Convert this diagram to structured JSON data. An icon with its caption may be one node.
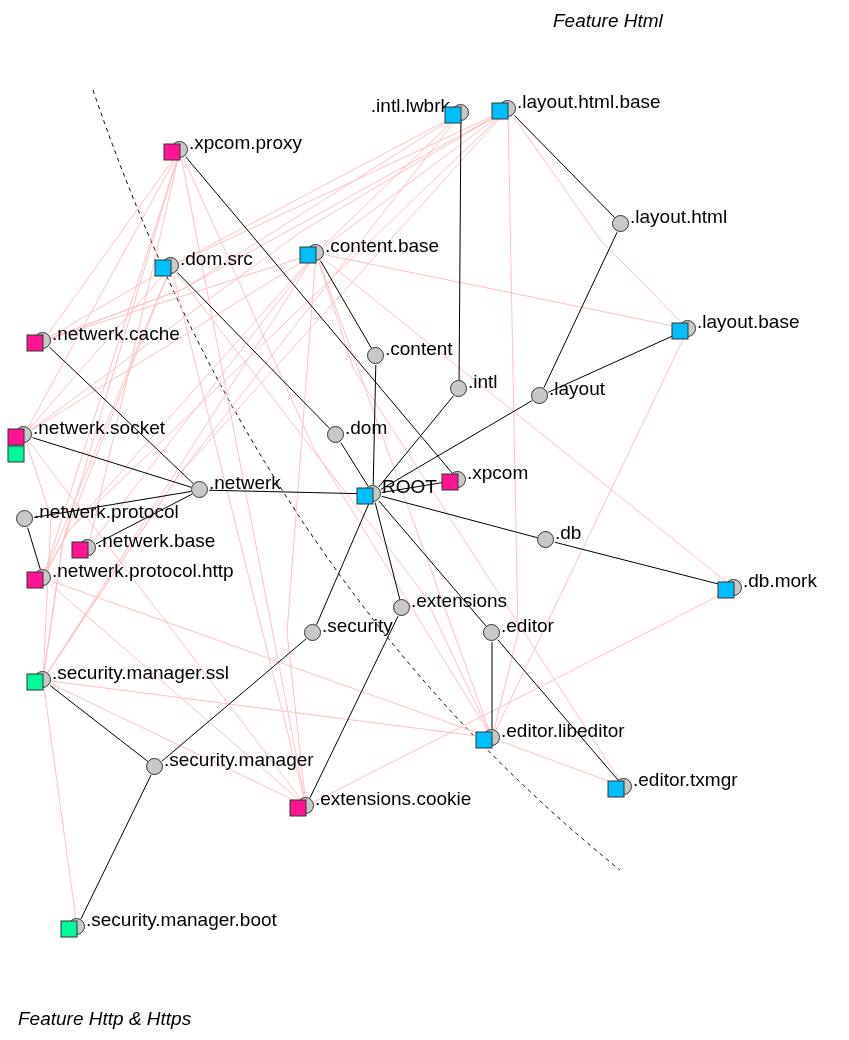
{
  "diagram": {
    "nodes": [
      {
        "text": [
          ".xpcom.proxy"
        ]
      },
      {
        "text": [
          ".intl.lwbrk"
        ]
      },
      {
        "text": [
          ".layout.html.base"
        ]
      },
      {
        "text": [
          ".layout.html"
        ]
      },
      {
        "text": [
          ".dom.src"
        ]
      },
      {
        "text": [
          ".content.base"
        ]
      },
      {
        "text": [
          ".layout.base"
        ]
      },
      {
        "text": [
          ".netwerk.cache"
        ]
      },
      {
        "text": [
          ".content"
        ]
      },
      {
        "text": [
          ".intl"
        ]
      },
      {
        "text": [
          ".layout"
        ]
      },
      {
        "text": [
          ".netwerk.socket"
        ]
      },
      {
        "text": [
          ".dom"
        ]
      },
      {
        "text": [
          ".netwerk"
        ]
      },
      {
        "text": [
          "ROOT"
        ]
      },
      {
        "text": [
          ".xpcom"
        ]
      },
      {
        "text": [
          ".netwerk.protocol"
        ]
      },
      {
        "text": [
          ".netwerk.base"
        ]
      },
      {
        "text": [
          ".netwerk.protocol.http"
        ]
      },
      {
        "text": [
          ".db"
        ]
      },
      {
        "text": [
          ".db.mork"
        ]
      },
      {
        "text": [
          ".extensions"
        ]
      },
      {
        "text": [
          ".editor"
        ]
      },
      {
        "text": [
          ".security"
        ]
      },
      {
        "text": [
          ".security.manager.ssl"
        ]
      },
      {
        "text": [
          ".editor.libeditor"
        ]
      },
      {
        "text": [
          ".security.manager"
        ]
      },
      {
        "text": [
          ".extensions.cookie"
        ]
      },
      {
        "text": [
          ".editor.txmgr"
        ]
      },
      {
        "text": [
          ".security.manager.boot"
        ]
      }
    ],
    "edges": [
      {
        "from": 14,
        "to": 8,
        "arrow": "none",
        "color": "#000000"
      },
      {
        "from": 8,
        "to": 5,
        "arrow": "none",
        "color": "#000000"
      },
      {
        "from": 14,
        "to": 9,
        "arrow": "none",
        "color": "#000000"
      },
      {
        "from": 9,
        "to": 1,
        "arrow": "none",
        "color": "#000000"
      },
      {
        "from": 14,
        "to": 10,
        "arrow": "none",
        "color": "#000000"
      },
      {
        "from": 10,
        "to": 3,
        "arrow": "none",
        "color": "#000000"
      },
      {
        "from": 3,
        "to": 2,
        "arrow": "none",
        "color": "#000000"
      },
      {
        "from": 10,
        "to": 6,
        "arrow": "none",
        "color": "#000000"
      },
      {
        "from": 14,
        "to": 15,
        "arrow": "none",
        "color": "#000000"
      },
      {
        "from": 15,
        "to": 0,
        "arrow": "none",
        "color": "#000000"
      },
      {
        "from": 14,
        "to": 12,
        "arrow": "none",
        "color": "#000000"
      },
      {
        "from": 12,
        "to": 4,
        "arrow": "none",
        "color": "#000000"
      },
      {
        "from": 14,
        "to": 13,
        "arrow": "none",
        "color": "#000000"
      },
      {
        "from": 13,
        "to": 7,
        "arrow": "none",
        "color": "#000000"
      },
      {
        "from": 13,
        "to": 11,
        "arrow": "none",
        "color": "#000000"
      },
      {
        "from": 13,
        "to": 16,
        "arrow": "none",
        "color": "#000000"
      },
      {
        "from": 13,
        "to": 17,
        "arrow": "none",
        "color": "#000000"
      },
      {
        "from": 16,
        "to": 18,
        "arrow": "none",
        "color": "#000000"
      },
      {
        "from": 14,
        "to": 19,
        "arrow": "none",
        "color": "#000000"
      },
      {
        "from": 19,
        "to": 20,
        "arrow": "none",
        "color": "#000000"
      },
      {
        "from": 14,
        "to": 21,
        "arrow": "none",
        "color": "#000000"
      },
      {
        "from": 21,
        "to": 27,
        "arrow": "none",
        "color": "#000000"
      },
      {
        "from": 14,
        "to": 22,
        "arrow": "none",
        "color": "#000000"
      },
      {
        "from": 22,
        "to": 25,
        "arrow": "none",
        "color": "#000000"
      },
      {
        "from": 22,
        "to": 28,
        "arrow": "none",
        "color": "#000000"
      },
      {
        "from": 14,
        "to": 23,
        "arrow": "none",
        "color": "#000000"
      },
      {
        "from": 23,
        "to": 26,
        "arrow": "none",
        "color": "#000000"
      },
      {
        "from": 26,
        "to": 24,
        "arrow": "none",
        "color": "#000000"
      },
      {
        "from": 26,
        "to": 29,
        "arrow": "none",
        "color": "#000000"
      },
      {
        "from": 2,
        "to": 4,
        "arrow": "none"
      },
      {
        "from": 2,
        "to": 5,
        "arrow": "none"
      },
      {
        "from": 2,
        "to": 7,
        "arrow": "none"
      },
      {
        "from": 2,
        "to": 11,
        "arrow": "none"
      },
      {
        "from": 2,
        "to": 18,
        "arrow": "none"
      },
      {
        "from": 2,
        "to": 24,
        "arrow": "none"
      },
      {
        "from": 2,
        "to": 6,
        "arrow": "none"
      },
      {
        "from": 2,
        "to": 25,
        "arrow": "none"
      },
      {
        "from": 1,
        "to": 5,
        "arrow": "none"
      },
      {
        "from": 1,
        "to": 4,
        "arrow": "none"
      },
      {
        "from": 1,
        "to": 7,
        "arrow": "none"
      },
      {
        "from": 1,
        "to": 24,
        "arrow": "none"
      },
      {
        "from": 0,
        "to": 7,
        "arrow": "none"
      },
      {
        "from": 0,
        "to": 11,
        "arrow": "none"
      },
      {
        "from": 0,
        "to": 18,
        "arrow": "none"
      },
      {
        "from": 0,
        "to": 24,
        "arrow": "none"
      },
      {
        "from": 0,
        "to": 17,
        "arrow": "none"
      },
      {
        "from": 0,
        "to": 27,
        "arrow": "none"
      },
      {
        "from": 0,
        "to": 25,
        "arrow": "none"
      },
      {
        "from": 5,
        "to": 7,
        "arrow": "none"
      },
      {
        "from": 5,
        "to": 11,
        "arrow": "none"
      },
      {
        "from": 5,
        "to": 18,
        "arrow": "none"
      },
      {
        "from": 5,
        "to": 24,
        "arrow": "none"
      },
      {
        "from": 5,
        "to": 6,
        "arrow": "none"
      },
      {
        "from": 5,
        "to": 27,
        "arrow": "none"
      },
      {
        "from": 5,
        "to": 25,
        "arrow": "none"
      },
      {
        "from": 5,
        "to": 28,
        "arrow": "none"
      },
      {
        "from": 5,
        "to": 17,
        "arrow": "none"
      },
      {
        "from": 5,
        "to": 20,
        "arrow": "none"
      },
      {
        "from": 4,
        "to": 7,
        "arrow": "none"
      },
      {
        "from": 4,
        "to": 11,
        "arrow": "none"
      },
      {
        "from": 4,
        "to": 18,
        "arrow": "none"
      },
      {
        "from": 4,
        "to": 24,
        "arrow": "none"
      },
      {
        "from": 4,
        "to": 27,
        "arrow": "none"
      },
      {
        "from": 4,
        "to": 25,
        "arrow": "none"
      },
      {
        "from": 11,
        "to": 27,
        "arrow": "none"
      },
      {
        "from": 11,
        "to": 24,
        "arrow": "none"
      },
      {
        "from": 18,
        "to": 25,
        "arrow": "none"
      },
      {
        "from": 18,
        "to": 27,
        "arrow": "none"
      },
      {
        "from": 24,
        "to": 29,
        "arrow": "none"
      },
      {
        "from": 24,
        "to": 27,
        "arrow": "none"
      },
      {
        "from": 24,
        "to": 25,
        "arrow": "none"
      },
      {
        "from": 20,
        "to": 27,
        "arrow": "none"
      },
      {
        "from": 6,
        "to": 25,
        "arrow": "none"
      },
      {
        "from": 25,
        "to": 28,
        "arrow": "none"
      }
    ],
    "labels": [
      "Feature Html",
      "Feature Http & Https"
    ]
  }
}
